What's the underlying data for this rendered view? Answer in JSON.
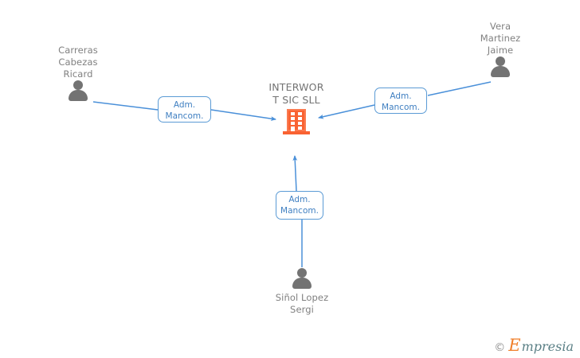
{
  "diagram": {
    "type": "org-relationship-graph",
    "background_color": "#ffffff",
    "edge_color": "#4a90d9",
    "company": {
      "name": "INTERWOR\nT SIC SLL",
      "icon": "building-icon",
      "icon_color": "#f96232"
    },
    "people": [
      {
        "id": "carreras",
        "name": "Carreras\nCabezas\nRicard",
        "icon": "person-icon",
        "icon_color": "#737373",
        "label_position": "above"
      },
      {
        "id": "vera",
        "name": "Vera\nMartinez\nJaime",
        "icon": "person-icon",
        "icon_color": "#737373",
        "label_position": "above"
      },
      {
        "id": "sinol",
        "name": "Siñol Lopez\nSergi",
        "icon": "person-icon",
        "icon_color": "#737373",
        "label_position": "below"
      }
    ],
    "relations": [
      {
        "id": "rel-left",
        "label": "Adm.\nMancom.",
        "from": "carreras",
        "to": "company",
        "border_color": "#5b9bd5",
        "text_color": "#3f7fc1"
      },
      {
        "id": "rel-right",
        "label": "Adm.\nMancom.",
        "from": "vera",
        "to": "company",
        "border_color": "#5b9bd5",
        "text_color": "#3f7fc1"
      },
      {
        "id": "rel-bottom",
        "label": "Adm.\nMancom.",
        "from": "sinol",
        "to": "company",
        "border_color": "#5b9bd5",
        "text_color": "#3f7fc1"
      }
    ]
  },
  "watermark": {
    "copyright": "©",
    "brand_initial": "E",
    "brand_rest": "mpresia"
  }
}
